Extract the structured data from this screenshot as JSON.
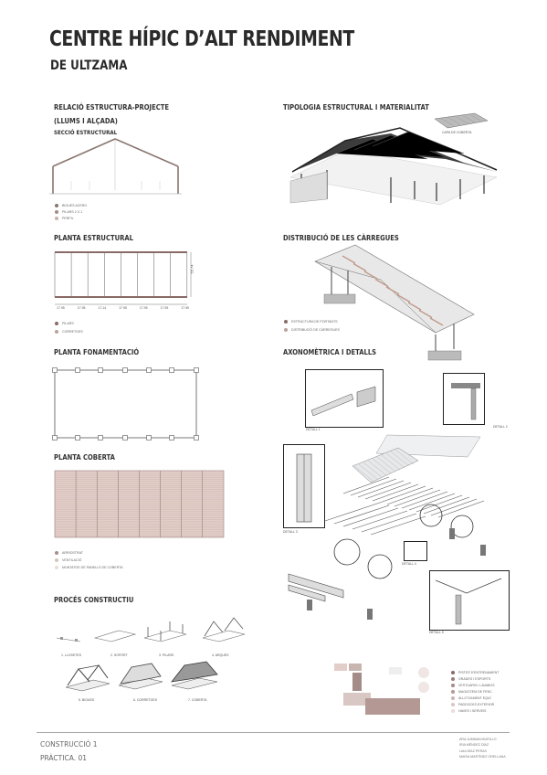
{
  "title": {
    "line1": "CENTRE HÍPIC D’ALT RENDIMENT",
    "line2": "DE ULTZAMA"
  },
  "sections": {
    "relacio": {
      "title": "RELACIÓ ESTRUCTURA-PROJECTE",
      "subtitle": "(LLUMS I ALÇADA)",
      "sub2": "SECCIÓ ESTRUCTURAL"
    },
    "tipologia": {
      "title": "TIPOLOGIA ESTRUCTURAL I MATERIALITAT",
      "tag": "CAPA DE COBERTA"
    },
    "planta_estructural": {
      "title": "PLANTA ESTRUCTURAL",
      "dim_side": "55.74",
      "dims": [
        "17.95",
        "17.95",
        "17.14",
        "17.95",
        "17.95",
        "17.95",
        "17.95"
      ]
    },
    "distribucio": {
      "title": "DISTRIBUCIÓ DE LES CÀRREGUES"
    },
    "fonamentacio": {
      "title": "PLANTA FONAMENTACIÓ"
    },
    "axonometrica": {
      "title": "AXONOMÈTRICA I DETALLS",
      "details": [
        "DETALL 1",
        "DETALL 2",
        "DETALL 3",
        "DETALL 4",
        "DETALL 5"
      ]
    },
    "coberta": {
      "title": "PLANTA COBERTA"
    },
    "proces": {
      "title": "PROCÉS CONSTRUCTIU",
      "steps": [
        "1. LLOSETES",
        "2. SOPORT",
        "3. PILARS",
        "4. ARQUES",
        "5. BIGUES",
        "6. CORRETGES",
        "7. COBERTA"
      ]
    }
  },
  "legends": {
    "seccio": [
      "BIGUES ACERO",
      "PILARS 2 X 1",
      "PERFIL"
    ],
    "planta": [
      "PILARS",
      "CORRETGES"
    ],
    "distribucio": [
      "ESTRUCTURA DE PORTANTS",
      "DISTRIBUCIÓ DE CÀRREGUES"
    ],
    "coberta": [
      "ARRIOSTRAT",
      "VENTILACIÓ",
      "MUNTATGE DE PANELLS DE COBERTA"
    ],
    "final": [
      "PISTES D'ENTRENAMENT",
      "GRADES I ESPORTS",
      "VESTUARIS I LAVABOS",
      "MAGATZEM DE FENC",
      "ALLOTJAMENT EQUÍ",
      "PADDOCKS EXTERIOR",
      "HAVES I SERVEIS"
    ]
  },
  "colors": {
    "accent": "#9a7b78",
    "accent_light": "#c9b5b0",
    "pink_panel": "#e7d8d4",
    "line": "#555555"
  },
  "footer": {
    "line1": "CONSTRUCCIÓ 1",
    "line2": "PRÀCTICA. 01"
  },
  "authors": [
    "ARA JUMMAN MURILLO",
    "IRIA MÉNDEZ DÍAZ",
    "LAIA DÍAZ PERAS",
    "MARIA MARTÍNEZ ORELLANA"
  ]
}
